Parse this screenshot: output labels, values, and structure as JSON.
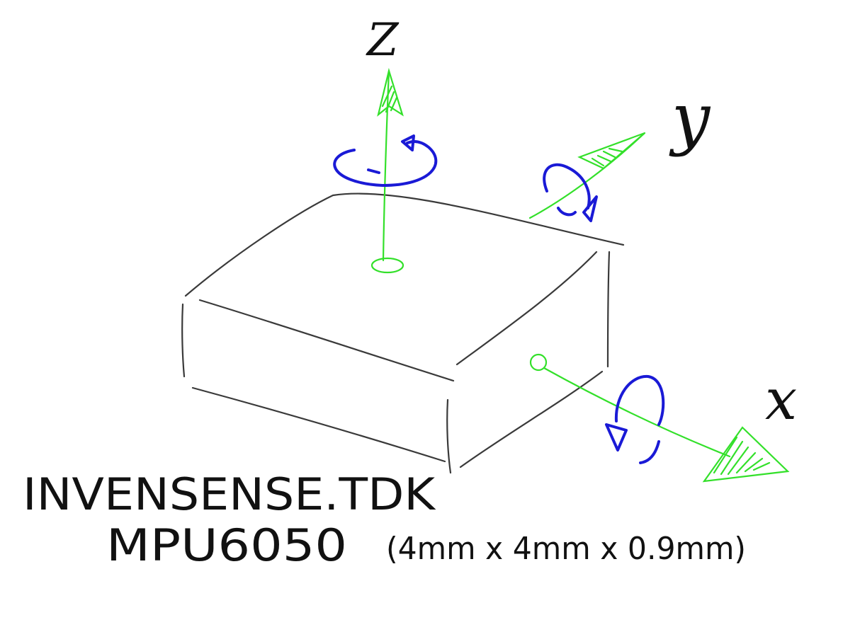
{
  "diagram": {
    "axes": {
      "z": {
        "label": "Z"
      },
      "y": {
        "label": "y"
      },
      "x": {
        "label": "x"
      }
    },
    "caption": {
      "line1": "INVENSENSE.TDK",
      "line2": "MPU6050",
      "dimensions": "(4mm x 4mm x 0.9mm)"
    },
    "colors": {
      "axis": "#33e02a",
      "rotation": "#1a1ad6",
      "chip": "#3a3a3a",
      "text": "#111111"
    }
  }
}
